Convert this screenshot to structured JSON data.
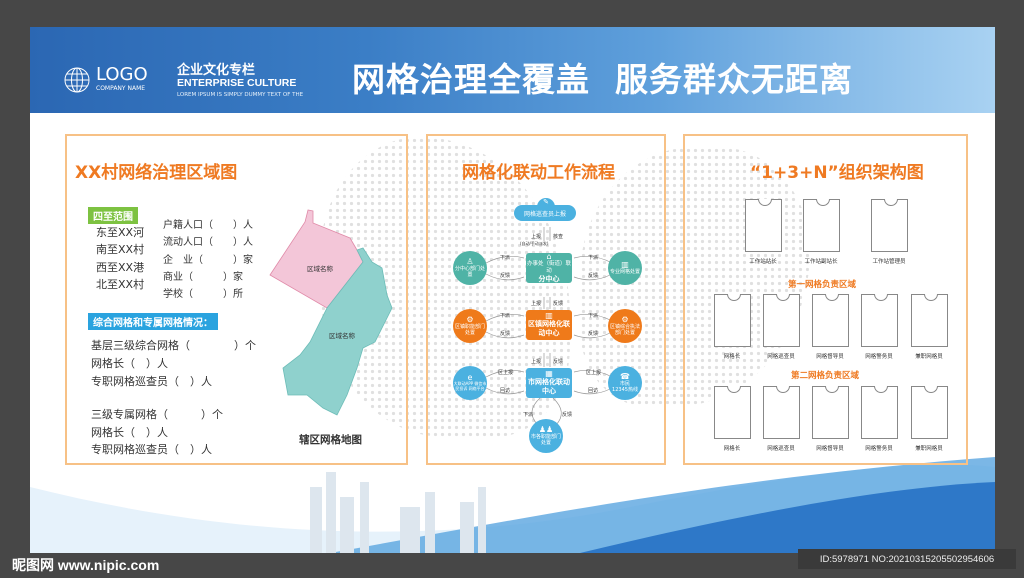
{
  "header": {
    "logo_text": "LOGO",
    "company_name": "COMPANY NAME",
    "column_cn": "企业文化专栏",
    "column_en": "ENTERPRISE CULTURE",
    "column_sub": "LOREM IPSUM IS SIMPLY DUMMY TEXT OF THE",
    "slogan": "网格治理全覆盖  服务群众无距离"
  },
  "left_panel": {
    "title": "XX村网络治理区域图",
    "boundary_label": "四至范围",
    "boundaries": [
      "东至XX河",
      "南至XX村",
      "西至XX港",
      "北至XX村"
    ],
    "stats": [
      "户籍人口（　　）人",
      "流动人口（　　）人",
      "企　业（　　　）家",
      "商业（　　　）家",
      "学校（　　　）所"
    ],
    "grid_label": "综合网格和专属网格情况：",
    "grid_lines_1": [
      "基层三级综合网格（　　　　）个",
      "网格长（　）人",
      "专职网格巡查员（　）人"
    ],
    "grid_lines_2": [
      "三级专属网格（　　　）个",
      "网格长（　）人",
      "专职网格巡查员（　）人"
    ],
    "map_regions": [
      "区域名称",
      "区域名称"
    ],
    "map_caption": "辖区网格地图",
    "colors": {
      "green": "#7dc241",
      "blue": "#2aa3df",
      "pink": "#f3c6d8",
      "teal": "#8fd1cd"
    }
  },
  "middle_panel": {
    "title": "网格化联动工作流程",
    "top_node": "网格巡查员上报",
    "top_arrows": [
      "上报",
      "核查"
    ],
    "dispatch_note": "(自动/手动派发)",
    "level1": {
      "box_line1": "办事处（街道）联动",
      "box_line2": "分中心",
      "left": "分中心部门处置",
      "right": "专业网格处置",
      "down": "下派",
      "back": "反馈"
    },
    "arrows_12": [
      "上报",
      "反馈"
    ],
    "level2": {
      "box": "区镇网格化联动中心",
      "left": "区镇职能部门处置",
      "right": "区镇综合执法部门处置",
      "down": "下派",
      "back": "反馈"
    },
    "arrows_23": [
      "上报",
      "反馈"
    ],
    "level3": {
      "box": "市网格化联动中心",
      "left": "大联动APP 微信市民投诉 网络平台",
      "right_line1": "市民",
      "right_line2": "12345热线",
      "up": "区上报",
      "visit": "回访"
    },
    "bottom": {
      "node": "市各职能部门处置",
      "down": "下派",
      "back": "反馈"
    },
    "colors": {
      "teal": "#4fb3a6",
      "orange": "#ef7a1a",
      "blue": "#4bb1e0"
    }
  },
  "right_panel": {
    "title": "“1+3+N”组织架构图",
    "station": [
      "工作站站长",
      "工作站副站长",
      "工作站管理员"
    ],
    "area1_title": "第一网格负责区域",
    "area1": [
      "网格长",
      "网格巡查员",
      "网格督导员",
      "网格警务员",
      "兼职网格员"
    ],
    "area2_title": "第二网格负责区域",
    "area2": [
      "网格长",
      "网格巡查员",
      "网格督导员",
      "网格警务员",
      "兼职网格员"
    ]
  },
  "watermark": {
    "site": "昵图网 www.nipic.com",
    "id": "ID:5978971 NO:20210315205502954606"
  }
}
